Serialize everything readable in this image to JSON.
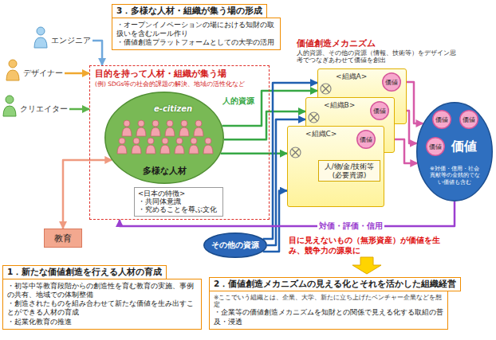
{
  "diagram": {
    "nodes": [
      {
        "text": [
          "3．多様な人材・組織が集う場の形成",
          "・オープンイノベーションの場における知財の取扱いを含むルール作り",
          "・価値創造プラットフォームとしての大学の活用"
        ]
      },
      {
        "text": [
          "エンジニア"
        ]
      },
      {
        "text": [
          "デザイナー"
        ]
      },
      {
        "text": [
          "クリエイター"
        ]
      },
      {
        "text": [
          "目的を持って人材・組織が集う場",
          "(例) SDGs等の社会的課題の解決、地域の活性化など"
        ]
      },
      {
        "text": [
          "e-citizen",
          "多様な人材"
        ],
        "in": 4
      },
      {
        "text": [
          "<日本の特徴>",
          "・共同体意識",
          "・究めることを尊ぶ文化"
        ],
        "in": 4
      },
      {
        "text": [
          "教育"
        ]
      },
      {
        "text": [
          "<組織A>"
        ]
      },
      {
        "text": [
          "価値"
        ],
        "in": 8
      },
      {
        "text": [
          "<組織B>"
        ]
      },
      {
        "text": [
          "価値"
        ],
        "in": 10
      },
      {
        "text": [
          "<組織C>"
        ]
      },
      {
        "text": [
          "価値"
        ],
        "in": 12
      },
      {
        "text": [
          "人/物/金/技術等",
          "(必要資源)"
        ],
        "in": 12
      },
      {
        "text": [
          "価値",
          "※対価・信用・社会貢献等の金銭的でない価値も含む"
        ]
      },
      {
        "text": [
          "価値"
        ],
        "in": 15
      },
      {
        "text": [
          "価値"
        ],
        "in": 15
      },
      {
        "text": [
          "価値"
        ],
        "in": 15
      },
      {
        "text": [
          "その他の資源"
        ]
      },
      {
        "text": [
          "1．新たな価値創造を行える人材の育成",
          "・初等中等教育段階からの創造性を育む教育の実施、事例の共有、地域での体制整備",
          "・創造されたものを組み合わせて新たな価値を生み出すことができる人材の育成",
          "・起業化教育の推進"
        ]
      },
      {
        "text": [
          "2．価値創造メカニズムの見える化とそれを活かした組織経営",
          "※ここでいう組織とは、企業、大学、新たに立ち上げたベンチャー企業などを想定",
          "・企業等の価値創造メカニズムを知財との関係で見える化する取組の普及・浸透"
        ]
      }
    ],
    "edges": [
      {
        "from": 1,
        "to": 4,
        "arrow": "to"
      },
      {
        "from": 2,
        "to": 4,
        "arrow": "to"
      },
      {
        "from": 3,
        "to": 4,
        "arrow": "to"
      },
      {
        "from": 7,
        "to": 5,
        "arrow": "both"
      },
      {
        "from": 5,
        "to": 8,
        "arrow": "to"
      },
      {
        "from": 5,
        "to": 10,
        "arrow": "to",
        "label": "人的資源"
      },
      {
        "from": 5,
        "to": 12,
        "arrow": "to"
      },
      {
        "from": 19,
        "to": 8,
        "arrow": "to"
      },
      {
        "from": 19,
        "to": 10,
        "arrow": "to"
      },
      {
        "from": 19,
        "to": 12,
        "arrow": "to"
      },
      {
        "from": 9,
        "to": 15,
        "arrow": "to"
      },
      {
        "from": 11,
        "to": 15,
        "arrow": "to"
      },
      {
        "from": 13,
        "to": 15,
        "arrow": "to"
      },
      {
        "from": 15,
        "to": 4,
        "arrow": "to",
        "label": "対価・評価・信用"
      }
    ],
    "labels": [
      "価値創造メカニズム",
      "人的資源、その他の資源（情報、技術等）をデザイン思考でつなぎあわせて価値を創出",
      "目に見えないもの（無形資産）が価値を生み、競争力の源泉に"
    ]
  }
}
